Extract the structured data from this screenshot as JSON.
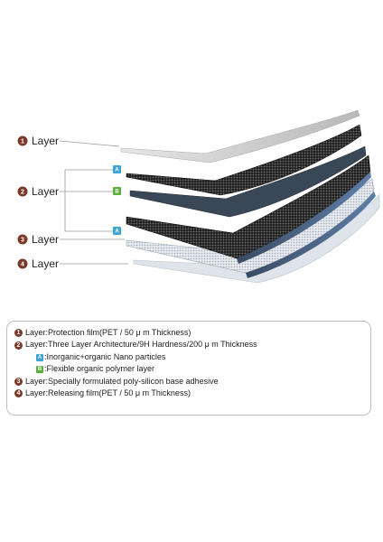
{
  "diagram": {
    "callouts": [
      {
        "number": "1",
        "label": "Layer"
      },
      {
        "number": "2",
        "label": "Layer"
      },
      {
        "number": "3",
        "label": "Layer"
      },
      {
        "number": "4",
        "label": "Layer"
      }
    ],
    "sublayer_badges": [
      "A",
      "B",
      "A"
    ]
  },
  "legend": {
    "items": [
      {
        "number": "1",
        "label": "Layer",
        "sep": ":",
        "text": "Protection film(PET / 50 μ m Thickness)"
      },
      {
        "number": "2",
        "label": "Layer",
        "sep": ":",
        "text": "Three Layer Architecture/9H Hardness/200 μ m Thickness"
      },
      {
        "badge": "A",
        "text": ":Inorganic+organic Nano particles"
      },
      {
        "badge": "B",
        "text": ":Flexible organic polymer layer"
      },
      {
        "number": "3",
        "label": "Layer",
        "sep": ":",
        "text": "Specially formulated poly-silicon base adhesive"
      },
      {
        "number": "4",
        "label": "Layer",
        "sep": ":",
        "text": "Releasing film(PET / 50 μ m Thickness)"
      }
    ]
  },
  "colors": {
    "callout_circle": "#7b3a29",
    "badge_a": "#3ea5d3",
    "badge_b": "#5cb040",
    "bracket_line": "#9a9a9a"
  }
}
